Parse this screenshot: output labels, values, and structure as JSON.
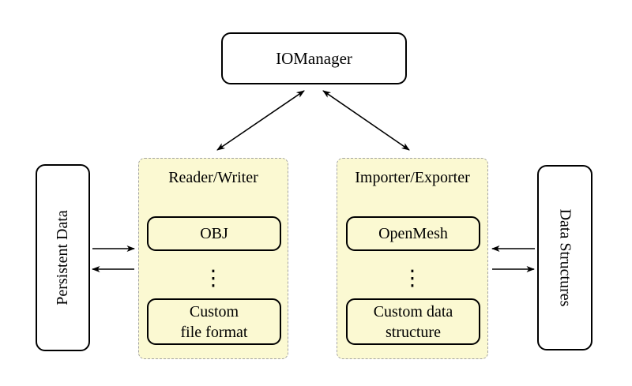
{
  "colors": {
    "background": "#FFFFFF",
    "panel_bg": "#FBF9D2",
    "panel_border": "#A3A3A3",
    "node_border": "#000000",
    "node_bg": "#FFFFFF",
    "arrow": "#000000",
    "text": "#000000"
  },
  "nodes": {
    "iomanager": {
      "label": "IOManager"
    },
    "persistent_data": {
      "label": "Persistent Data"
    },
    "data_structures": {
      "label": "Data Structures"
    }
  },
  "panels": [
    {
      "title": "Reader/Writer",
      "ellipsis": "⋮",
      "items": [
        {
          "lines": [
            "OBJ"
          ]
        },
        {
          "lines": [
            "Custom",
            "file format"
          ]
        }
      ]
    },
    {
      "title": "Importer/Exporter",
      "ellipsis": "⋮",
      "items": [
        {
          "lines": [
            "OpenMesh"
          ]
        },
        {
          "lines": [
            "Custom data",
            "structure"
          ]
        }
      ]
    }
  ]
}
